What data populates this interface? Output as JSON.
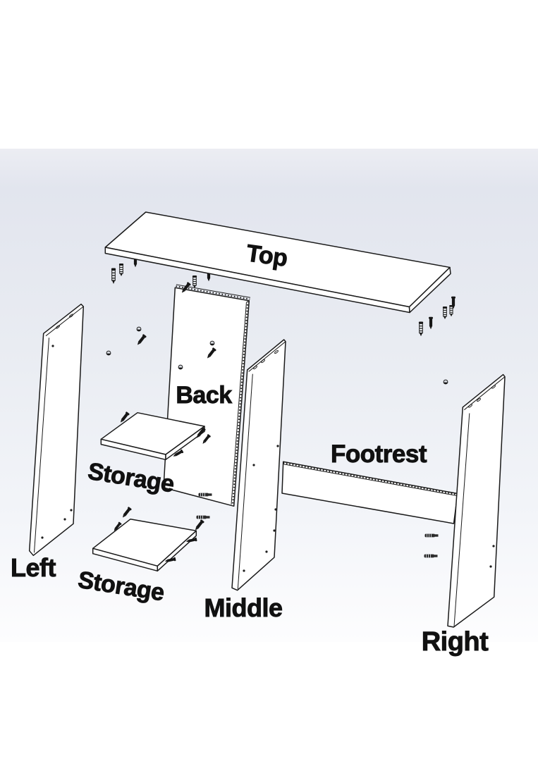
{
  "diagram": {
    "description": "Exploded assembly diagram of a desk showing labeled panels and fasteners",
    "labels": {
      "top": "Top",
      "back": "Back",
      "storage_upper": "Storage",
      "storage_lower": "Storage",
      "left": "Left",
      "middle": "Middle",
      "footrest": "Footrest",
      "right": "Right"
    },
    "parts": [
      {
        "name": "Top"
      },
      {
        "name": "Back"
      },
      {
        "name": "Storage"
      },
      {
        "name": "Storage"
      },
      {
        "name": "Left"
      },
      {
        "name": "Middle"
      },
      {
        "name": "Footrest"
      },
      {
        "name": "Right"
      }
    ]
  },
  "colors": {
    "label": "#111111",
    "line": "#1a1a1a",
    "panel_fill": "#ffffff",
    "background_top": "#ffffff",
    "gradient_start": "#ecedf3",
    "gradient_deep": "#e2e5ee",
    "gradient_mid": "#e9ecf2",
    "gradient_soft": "#f3f5f9",
    "gradient_end": "#fdfdfe"
  }
}
